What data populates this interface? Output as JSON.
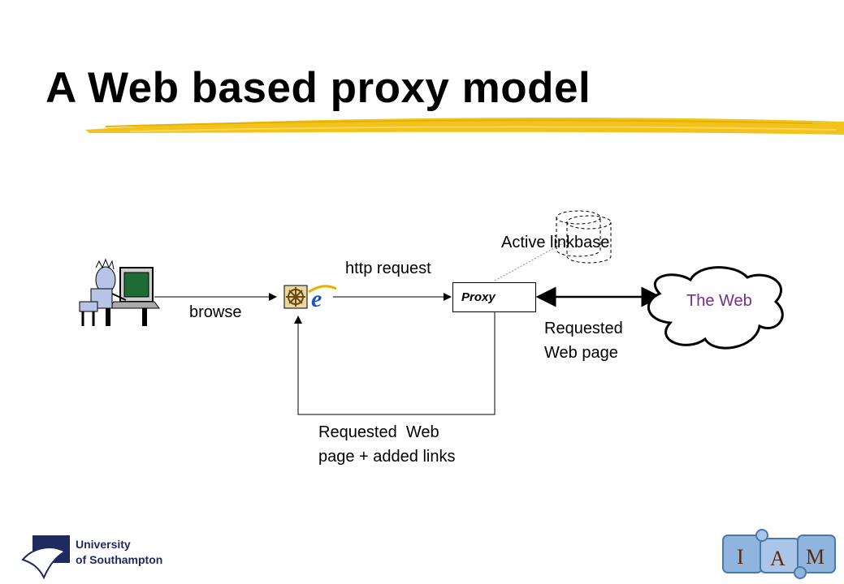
{
  "slide": {
    "title": "A Web based proxy model"
  },
  "diagram": {
    "labels": {
      "browse": "browse",
      "http_request": "http request",
      "proxy": "Proxy",
      "active_linkbase": "Active linkbase",
      "the_web": "The Web",
      "requested_web_page_line1": "Requested",
      "requested_web_page_line2": "Web page",
      "returned_line1": "Requested  Web",
      "returned_line2": "page + added links"
    }
  },
  "footer": {
    "university_line1": "University",
    "university_line2": "of Southampton",
    "iam_letters": [
      "I",
      "A",
      "M"
    ]
  },
  "colors": {
    "title_underline": "#f2c31c",
    "web_text": "#7b2a8e",
    "university_blue": "#1f2a5e",
    "puzzle_blue": "#8fb4de"
  }
}
